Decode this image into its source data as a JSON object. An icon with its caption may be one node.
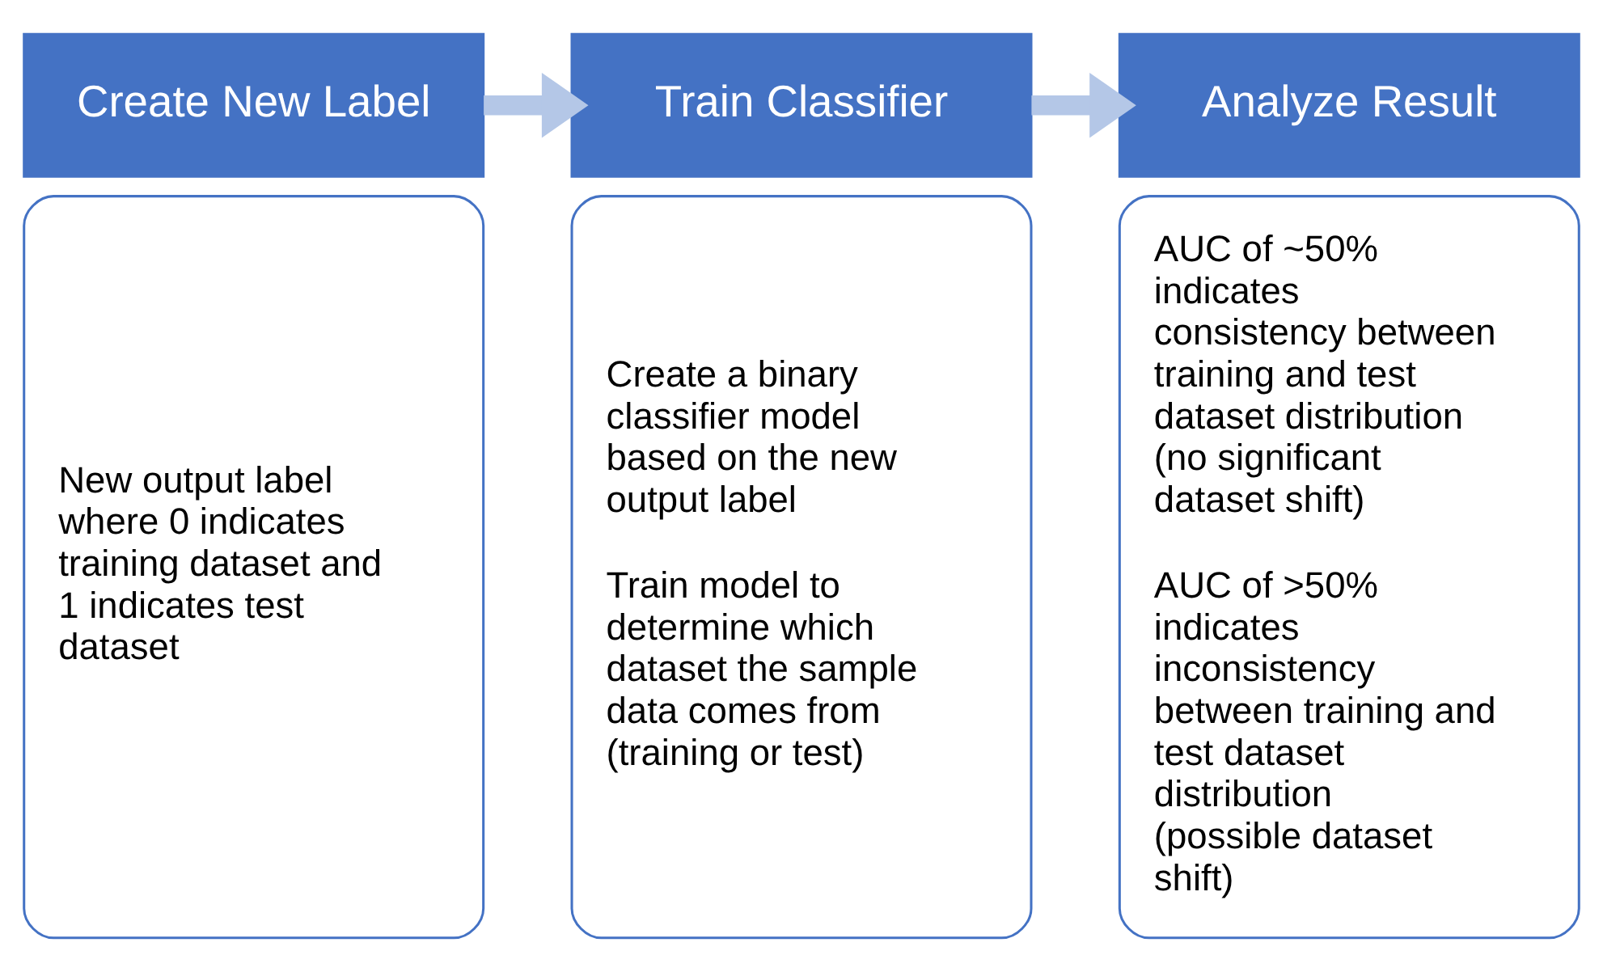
{
  "diagram": {
    "nodes": [
      {
        "text": [
          "Create New Label"
        ]
      },
      {
        "text": [
          "New output label where 0 indicates training dataset and 1 indicates test dataset"
        ]
      },
      {
        "text": [
          "Train Classifier"
        ]
      },
      {
        "text": [
          "Create a binary classifier model based on the new output label",
          "Train model to determine which dataset the sample data comes from (training or test)"
        ]
      },
      {
        "text": [
          "Analyze Result"
        ]
      },
      {
        "text": [
          "AUC of ~50% indicates consistency between training and test dataset distribution (no significant dataset shift)",
          "AUC of >50% indicates inconsistency between training and test dataset distribution (possible dataset shift)"
        ]
      }
    ],
    "edges": [
      {
        "from": 0,
        "to": 2,
        "arrow": "to"
      },
      {
        "from": 2,
        "to": 4,
        "arrow": "to"
      }
    ]
  }
}
